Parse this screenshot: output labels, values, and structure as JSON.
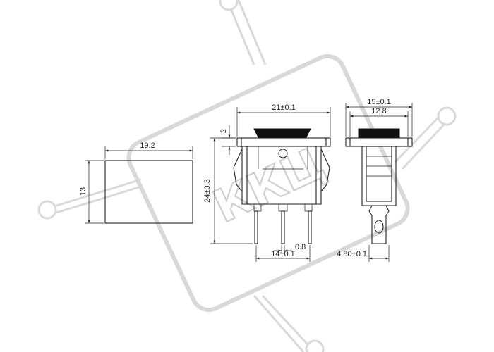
{
  "dimensions": {
    "front_width": "21±0.1",
    "cap_height": "2",
    "body_height": "24±0.3",
    "pin_spacing": "14±0.1",
    "pin_thickness": "0.8",
    "side_width": "15±0.1",
    "side_inner_width": "12.8",
    "pin_width": "4.80±0.1",
    "cutout_width": "19.2",
    "cutout_height": "13"
  },
  "watermark": {
    "text": "ККЦ"
  },
  "colors": {
    "line": "#222222",
    "watermark": "#d9d9d9",
    "background": "#ffffff"
  }
}
